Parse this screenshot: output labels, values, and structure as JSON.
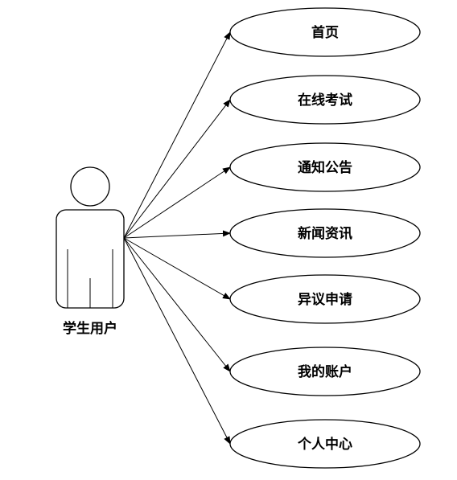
{
  "actor": {
    "label": "学生用户"
  },
  "use_cases": [
    {
      "label": "首页"
    },
    {
      "label": "在线考试"
    },
    {
      "label": "通知公告"
    },
    {
      "label": "新闻资讯"
    },
    {
      "label": "异议申请"
    },
    {
      "label": "我的账户"
    },
    {
      "label": "个人中心"
    }
  ]
}
